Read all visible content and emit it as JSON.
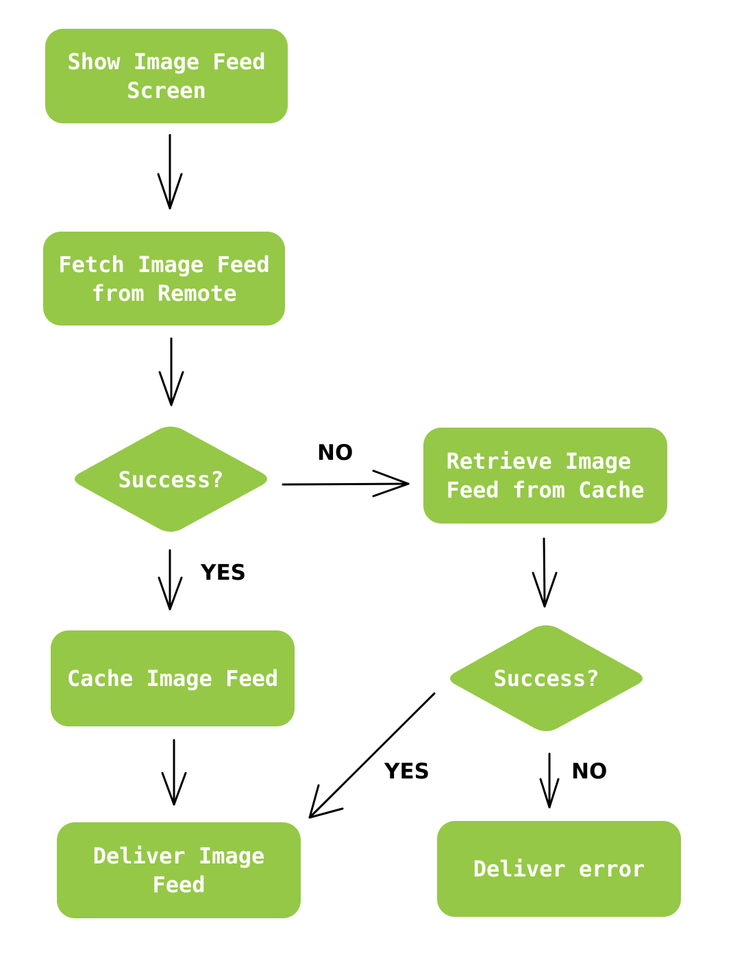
{
  "nodes": {
    "show_feed": "Show Image Feed\nScreen",
    "fetch_remote": "Fetch Image Feed\nfrom Remote",
    "remote_success": "Success?",
    "retrieve_cache": "Retrieve Image\nFeed from Cache",
    "cache_feed": "Cache Image Feed",
    "cache_success": "Success?",
    "deliver_feed": "Deliver Image\nFeed",
    "deliver_error": "Deliver error"
  },
  "edges": {
    "remote_no": "NO",
    "remote_yes": "YES",
    "cache_yes": "YES",
    "cache_no": "NO"
  },
  "colors": {
    "node_fill": "#95c846",
    "node_text": "#ffffff",
    "arrow": "#000000"
  }
}
